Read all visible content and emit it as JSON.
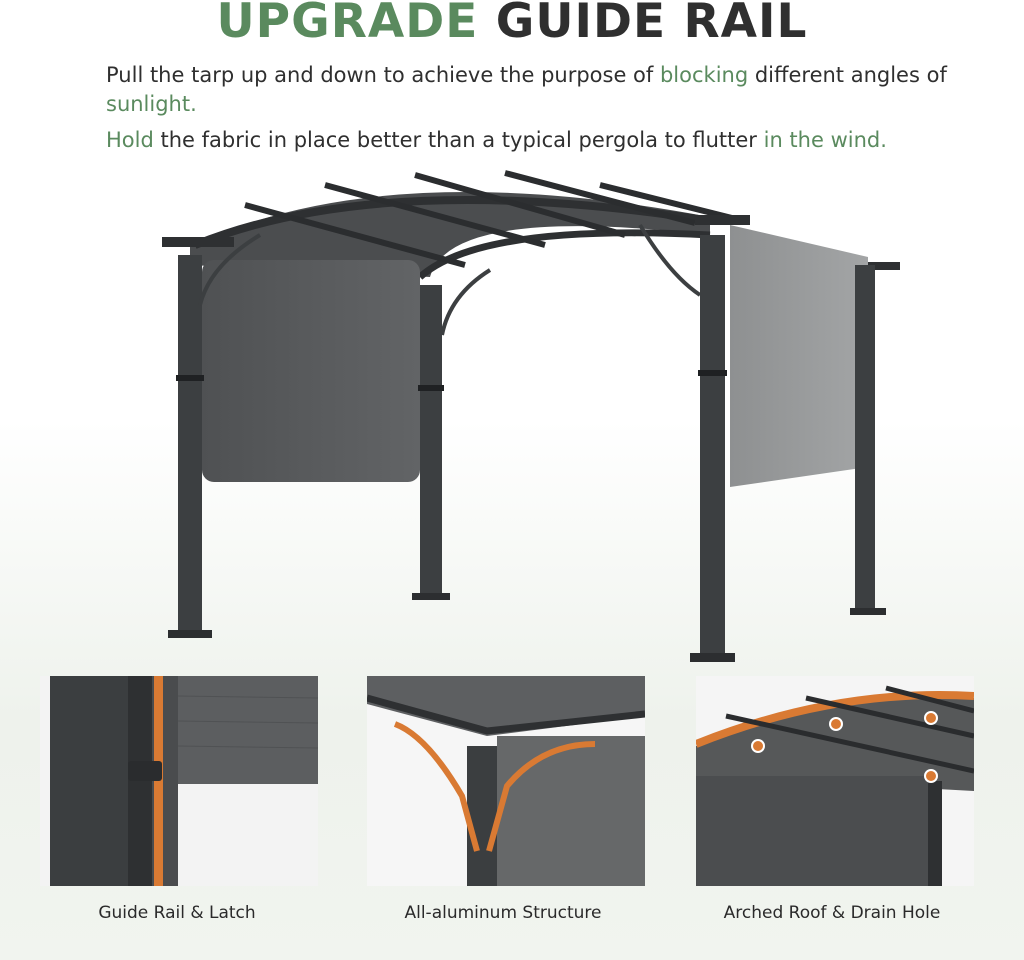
{
  "colors": {
    "accent": "#5a8a5e",
    "frame": "#3c3f41",
    "fabric_dark": "#5b5d5f",
    "fabric_light": "#9a9c9d",
    "highlight": "#d97a33"
  },
  "heading": {
    "accent": "UPGRADE",
    "rest": "GUIDE RAIL"
  },
  "description_1": {
    "t1": "Pull the tarp up and down to achieve the purpose of ",
    "h1": "blocking",
    "t2": " different angles of ",
    "h2": "sunlight."
  },
  "description_2": {
    "h1": "Hold",
    "t1": " the fabric in place better than a typical pergola to flutter ",
    "h2": "in the wind."
  },
  "features": [
    {
      "caption": "Guide Rail & Latch"
    },
    {
      "caption": "All-aluminum Structure"
    },
    {
      "caption": "Arched Roof & Drain Hole"
    }
  ]
}
